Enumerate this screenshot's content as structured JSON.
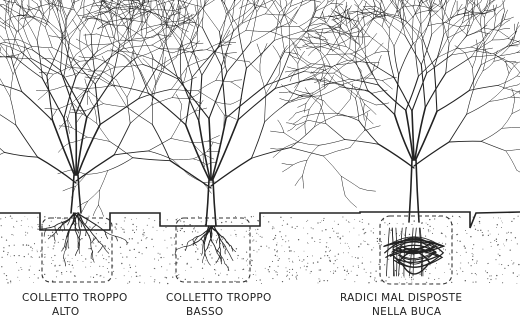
{
  "panels": [
    {
      "caption_line1": "COLLETTO TROPPO",
      "caption_line2": "ALTO"
    },
    {
      "caption_line1": "COLLETTO TROPPO",
      "caption_line2": "BASSO"
    },
    {
      "caption_line1": "RADICI MAL DISPOSTE",
      "caption_line2": "NELLA BUCA"
    }
  ],
  "colors": {
    "ink": "#222222",
    "paper": "#ffffff"
  }
}
